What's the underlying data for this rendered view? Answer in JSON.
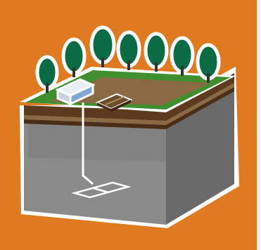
{
  "scene": {
    "label": "",
    "colors": {
      "background": "#e07a20",
      "outline": "#ffffff",
      "grass": "#3f8f2e",
      "soil_top": "#8a6a45",
      "soil_dark": "#4a2e18",
      "cube_front": "#7d7d7d",
      "cube_side": "#5e5e5e",
      "tree_foliage": "#0a6b45",
      "building_top": "#e8eef5",
      "building_side": "#7fa9d4",
      "pad": "#6b4d2a"
    },
    "trees_count": 7,
    "icons": [
      "tree-icon",
      "building-icon",
      "pad-icon",
      "probe-line",
      "underground-marker"
    ]
  }
}
